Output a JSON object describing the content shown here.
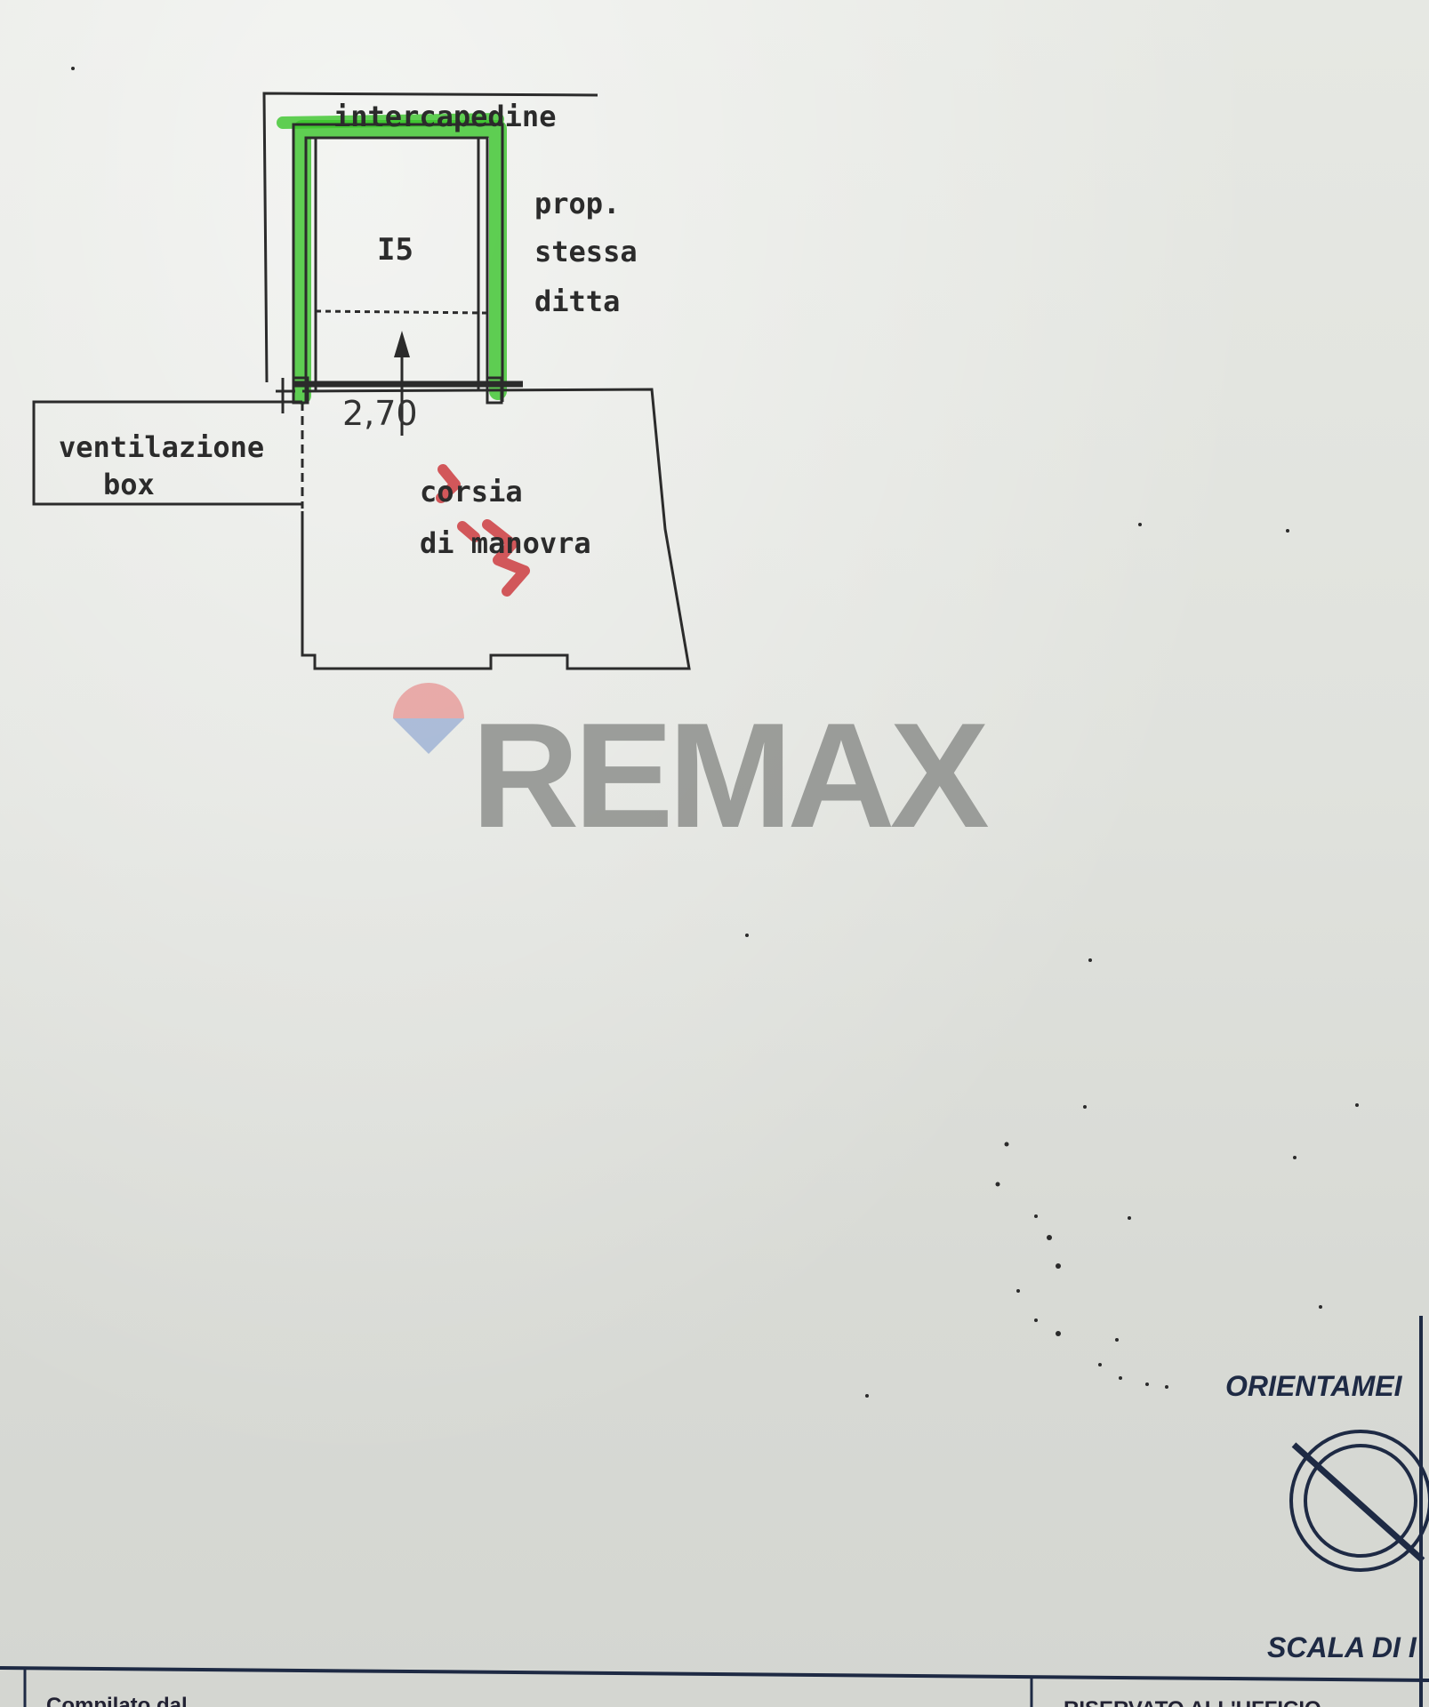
{
  "plan": {
    "label_intercapedine": "intercapedine",
    "label_unit": "I5",
    "label_prop_1": "prop.",
    "label_prop_2": "stessa",
    "label_prop_3": "ditta",
    "label_dimension": "2,70",
    "label_ventilazione_1": "ventilazione",
    "label_ventilazione_2": "box",
    "label_corsia_1": "corsia",
    "label_corsia_2": "di manovra"
  },
  "watermark": {
    "text": "REMAX",
    "colors": {
      "text": "#8e908d",
      "balloon_top": "#e56b6b",
      "balloon_bottom": "#6f8fc9"
    }
  },
  "legend": {
    "orientation_label": "ORIENTAMEI",
    "scale_label": "SCALA DI I",
    "compass_icon": "compass-icon"
  },
  "footer": {
    "left_text": "Compilato dal",
    "right_text": "RISERVATO ALL'UFFICIO"
  },
  "colors": {
    "ink": "#2b2b2b",
    "highlight_green": "#39c42a",
    "red_mark": "#c8242a",
    "legend_ink": "#1e2a44"
  }
}
